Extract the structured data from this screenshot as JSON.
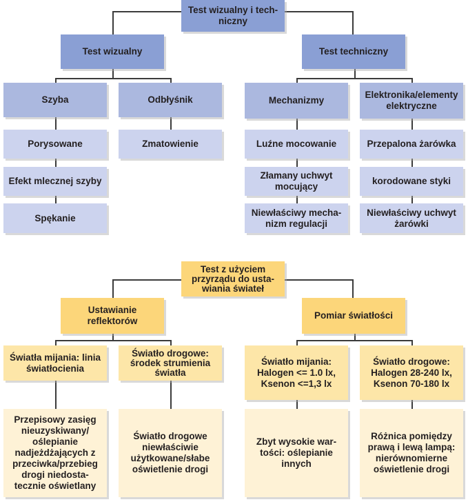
{
  "visual_test": {
    "root": "Test wizualny i tech- niczny",
    "branch_left": {
      "label": "Test wizualny",
      "groups": [
        {
          "label": "Szyba",
          "items": [
            "Porysowane",
            "Efekt mlecznej szyby",
            "Spękanie"
          ]
        },
        {
          "label": "Odbłyśnik",
          "items": [
            "Zmatowienie"
          ]
        }
      ]
    },
    "branch_right": {
      "label": "Test techniczny",
      "groups": [
        {
          "label": "Mechanizmy",
          "items": [
            "Luźne mocowanie",
            "Złamany uchwyt mocujący",
            "Niewłaściwy mecha- nizm regulacji"
          ]
        },
        {
          "label": "Elektronika/elementy elektryczne",
          "items": [
            "Przepalona żarówka",
            "korodowane styki",
            "Niewłaściwy uchwyt żarówki"
          ]
        }
      ]
    }
  },
  "headlamp_test": {
    "root": "Test z użyciem przyrządu do usta- wiania świateł",
    "branch_left": {
      "label": "Ustawianie reflektorów",
      "groups": [
        {
          "label": "Światła mijania: linia światłocienia",
          "result": "Przepisowy zasięg nieuzyskiwany/ oślepianie nadjeżdżających z przeciwka/przebieg drogi niedosta- tecznie oświetlany"
        },
        {
          "label": "Światło drogowe: środek strumienia światła",
          "result": "Światło drogowe niewłaściwie użytkowane/słabe oświetlenie drogi"
        }
      ]
    },
    "branch_right": {
      "label": "Pomiar światłości",
      "groups": [
        {
          "label": "Światło mijania: Halogen <= 1.0 lx, Ksenon <=1,3 lx",
          "result": "Zbyt wysokie war- tości: oślepianie innych"
        },
        {
          "label": "Światło drogowe: Halogen 28-240 lx, Ksenon 70-180 lx",
          "result": "Różnica pomiędzy prawą i lewą lampą: nierównomierne oświetlenie drogi"
        }
      ]
    }
  },
  "colors": {
    "blue_level1": "#8a9fd4",
    "blue_level2": "#abb8df",
    "blue_level3": "#ccd3ee",
    "yellow_level1": "#fcd67a",
    "yellow_level2": "#fde6a8",
    "yellow_level3": "#fef2d6"
  }
}
